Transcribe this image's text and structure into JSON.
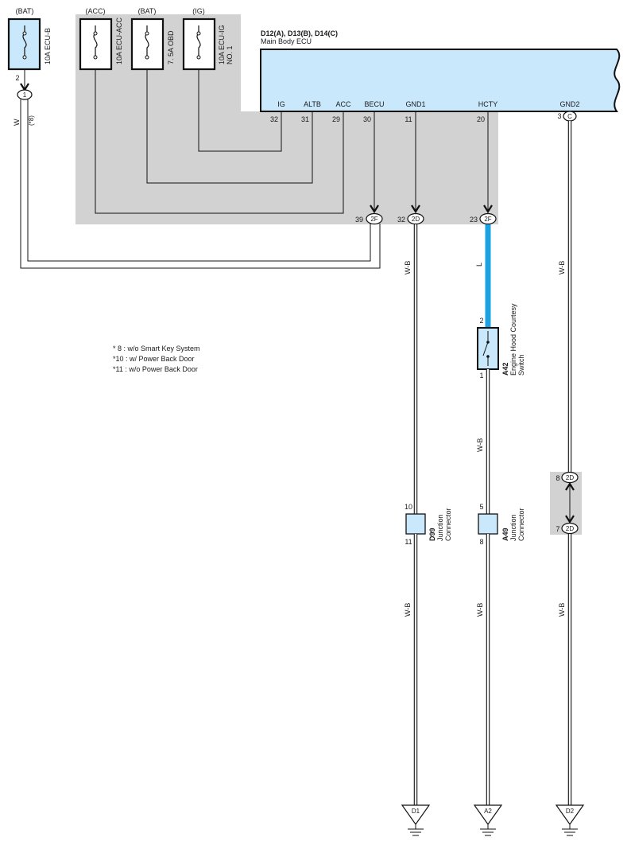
{
  "colors": {
    "shade": "#d2d2d2",
    "component_fill": "#c9e8fb",
    "wire_l": "#1aa3e0",
    "line": "#111111"
  },
  "fuses": [
    {
      "supply": "(BAT)",
      "name": "10A ECU-B"
    },
    {
      "supply": "(ACC)",
      "name": "10A ECU-ACC"
    },
    {
      "supply": "(BAT)",
      "name": "7. 5A OBD"
    },
    {
      "supply": "(IG)",
      "name": "10A ECU-IG",
      "name2": "NO. 1"
    }
  ],
  "ecu": {
    "connectors": "D12(A), D13(B), D14(C)",
    "name": "Main Body ECU",
    "terminals": [
      {
        "name": "IG",
        "pin": "32"
      },
      {
        "name": "ALTB",
        "pin": "31"
      },
      {
        "name": "ACC",
        "pin": "29"
      },
      {
        "name": "BECU",
        "pin": "30"
      },
      {
        "name": "GND1",
        "pin": "11"
      },
      {
        "name": "HCTY",
        "pin": "20"
      },
      {
        "name": "GND2",
        "pin": "3",
        "conn": "C"
      }
    ]
  },
  "fuse_out": {
    "pin": "2",
    "conn": "1",
    "wire": "W",
    "note": "(*8)"
  },
  "connectors_2": [
    {
      "pin": "39",
      "conn": "2F"
    },
    {
      "pin": "32",
      "conn": "2D"
    },
    {
      "pin": "23",
      "conn": "2F"
    }
  ],
  "wire_colors": {
    "wb": "W-B",
    "l": "L"
  },
  "notes": [
    "* 8 : w/o Smart Key System",
    "*10 : w/ Power Back Door",
    "*11 : w/o Power Back Door"
  ],
  "switch": {
    "code": "A42",
    "name1": "Engine Hood Courtesy",
    "name2": "Switch",
    "pin_top": "2",
    "pin_bottom": "1"
  },
  "junction_d99": {
    "code": "D99",
    "name1": "Junction",
    "name2": "Connector",
    "pin_top": "10",
    "pin_bottom": "11"
  },
  "junction_a49": {
    "code": "A49",
    "name1": "Junction",
    "name2": "Connector",
    "pin_top": "5",
    "pin_bottom": "8"
  },
  "splice": {
    "pin_top": "8",
    "conn_top": "2D",
    "pin_bottom": "7",
    "conn_bottom": "2D"
  },
  "grounds": [
    "D1",
    "A2",
    "D2"
  ]
}
